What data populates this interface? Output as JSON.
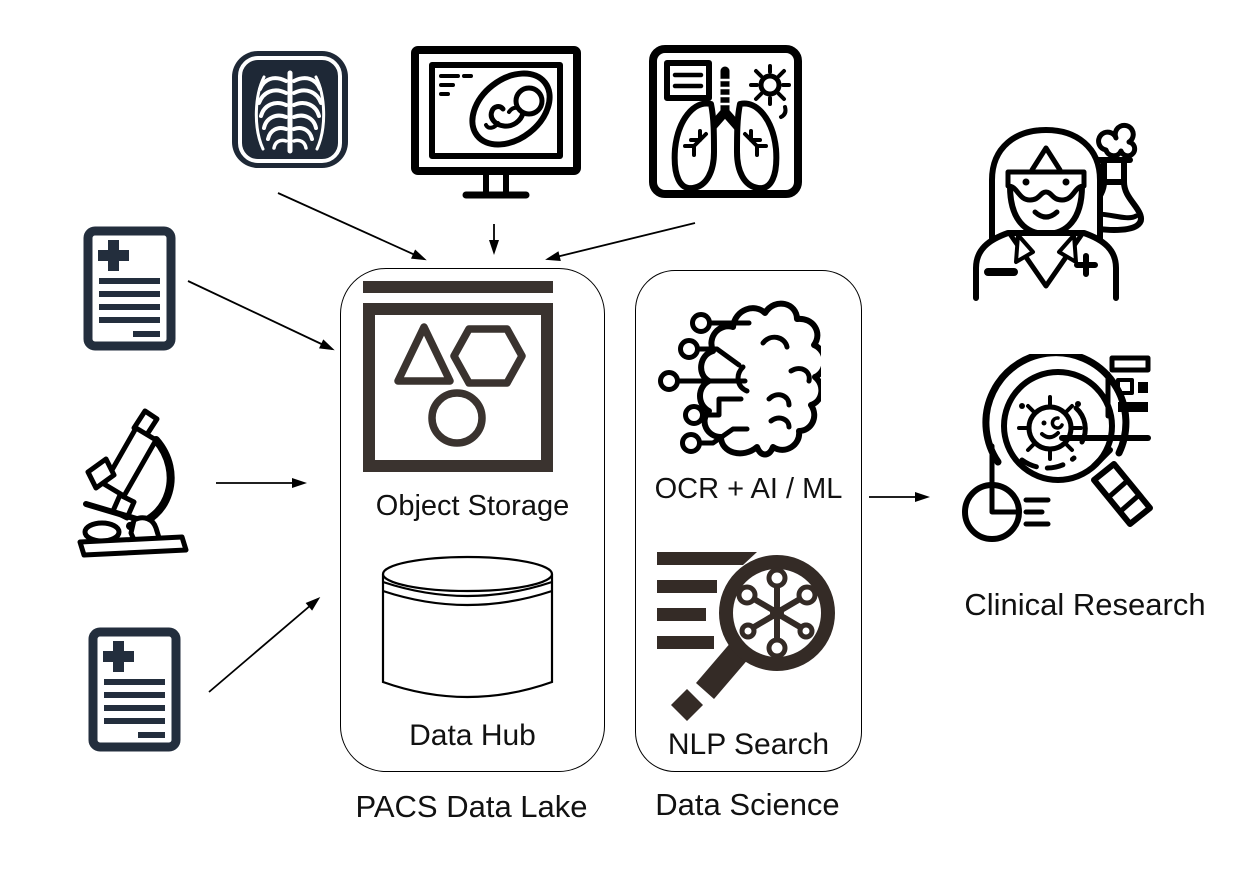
{
  "diagram": {
    "sources": [
      {
        "name": "chest-xray",
        "icon": "chest-xray-icon"
      },
      {
        "name": "ultrasound-monitor",
        "icon": "ultrasound-monitor-icon"
      },
      {
        "name": "lung-report",
        "icon": "lung-report-icon"
      },
      {
        "name": "medical-record-top",
        "icon": "medical-record-icon"
      },
      {
        "name": "microscope",
        "icon": "microscope-icon"
      },
      {
        "name": "medical-record-bottom",
        "icon": "medical-record-icon"
      }
    ],
    "pacs_box": {
      "caption": "PACS Data Lake",
      "items": [
        {
          "label": "Object Storage",
          "icon": "object-storage-icon"
        },
        {
          "label": "Data Hub",
          "icon": "database-cylinder-icon"
        }
      ]
    },
    "data_science_box": {
      "caption": "Data Science",
      "items": [
        {
          "label": "OCR + AI / ML",
          "icon": "ai-brain-circuit-icon"
        },
        {
          "label": "NLP Search",
          "icon": "nlp-search-icon"
        }
      ]
    },
    "output": {
      "caption": "Clinical Research",
      "icons": [
        "scientist-icon",
        "research-analysis-icon"
      ]
    },
    "connections": [
      {
        "from": "chest-xray",
        "to": "pacs-data-lake"
      },
      {
        "from": "ultrasound-monitor",
        "to": "pacs-data-lake"
      },
      {
        "from": "lung-report",
        "to": "pacs-data-lake"
      },
      {
        "from": "medical-record-top",
        "to": "pacs-data-lake"
      },
      {
        "from": "microscope",
        "to": "pacs-data-lake"
      },
      {
        "from": "medical-record-bottom",
        "to": "pacs-data-lake"
      },
      {
        "from": "data-science",
        "to": "clinical-research"
      }
    ],
    "colors": {
      "line": "#000000",
      "record_navy": "#232e3d",
      "xray_navy": "#1e2836",
      "storage_gray": "#3a332f",
      "nlp_brown": "#342b26",
      "background": "#ffffff"
    }
  }
}
